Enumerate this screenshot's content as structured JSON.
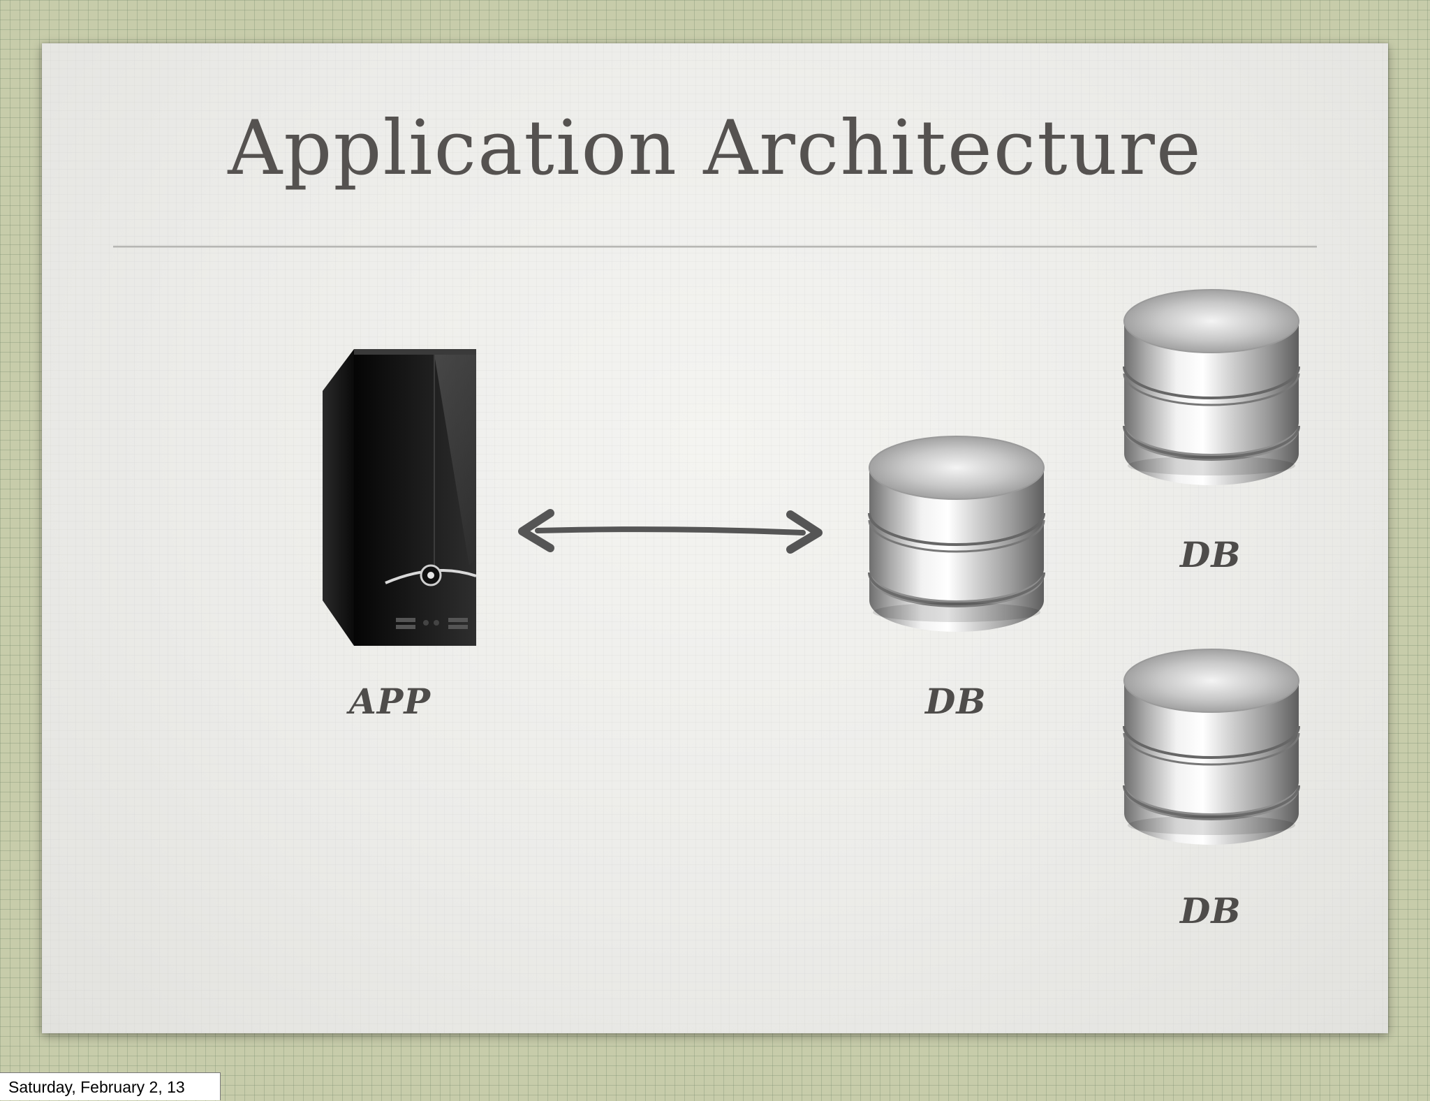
{
  "slide": {
    "title": "Application Architecture"
  },
  "nodes": {
    "app": {
      "label": "APP",
      "icon": "server-tower-icon"
    },
    "db_primary": {
      "label": "DB",
      "icon": "database-icon"
    },
    "db_top_right": {
      "label": "DB",
      "icon": "database-icon"
    },
    "db_bottom_right": {
      "label": "DB",
      "icon": "database-icon"
    }
  },
  "connector": {
    "type": "bidirectional-arrow",
    "from": "APP",
    "to": "DB"
  },
  "footer": {
    "date": "Saturday, February 2, 13"
  },
  "colors": {
    "background": "#c7ccaa",
    "card": "#ecece9",
    "text": "#555250"
  }
}
